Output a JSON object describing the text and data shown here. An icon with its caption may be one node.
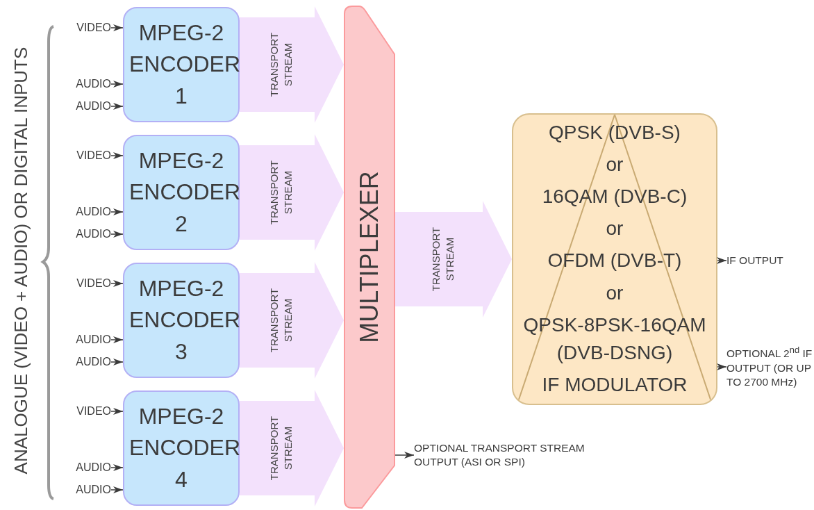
{
  "diagram": {
    "nodes": [
      {
        "text": [
          "VIDEO"
        ]
      },
      {
        "text": [
          "AUDIO"
        ]
      },
      {
        "text": [
          "AUDIO"
        ]
      },
      {
        "text": [
          "MPEG-2 ENCODER 1"
        ]
      },
      {
        "text": [
          "VIDEO"
        ]
      },
      {
        "text": [
          "AUDIO"
        ]
      },
      {
        "text": [
          "AUDIO"
        ]
      },
      {
        "text": [
          "MPEG-2 ENCODER 2"
        ]
      },
      {
        "text": [
          "VIDEO"
        ]
      },
      {
        "text": [
          "AUDIO"
        ]
      },
      {
        "text": [
          "AUDIO"
        ]
      },
      {
        "text": [
          "MPEG-2 ENCODER 3"
        ]
      },
      {
        "text": [
          "VIDEO"
        ]
      },
      {
        "text": [
          "AUDIO"
        ]
      },
      {
        "text": [
          "AUDIO"
        ]
      },
      {
        "text": [
          "MPEG-2 ENCODER 4"
        ]
      },
      {
        "text": [
          "MULTIPLEXER"
        ]
      },
      {
        "text": [
          "QPSK (DVB-S)",
          "or",
          "16QAM (DVB-C)",
          "or",
          "OFDM (DVB-T)",
          "or",
          "QPSK-8PSK-16QAM (DVB-DSNG)",
          "IF MODULATOR"
        ]
      },
      {
        "text": [
          "IF OUTPUT"
        ]
      },
      {
        "text": [
          "OPTIONAL 2$^{nd}$ IF OUTPUT (OR UP TO 2700 MHz)"
        ]
      },
      {
        "text": [
          "OPTIONAL TRANSPORT STREAM OUTPUT (ASI OR SPI)"
        ]
      }
    ],
    "edges": [
      {
        "from": 0,
        "to": 3,
        "arrow": "to"
      },
      {
        "from": 1,
        "to": 3,
        "arrow": "to"
      },
      {
        "from": 2,
        "to": 3,
        "arrow": "to"
      },
      {
        "from": 3,
        "to": 16,
        "arrow": "to",
        "label": "TRANSPORT STREAM",
        "style": "thick",
        "color": "#f3e1fc"
      },
      {
        "from": 4,
        "to": 7,
        "arrow": "to"
      },
      {
        "from": 5,
        "to": 7,
        "arrow": "to"
      },
      {
        "from": 6,
        "to": 7,
        "arrow": "to"
      },
      {
        "from": 7,
        "to": 16,
        "arrow": "to",
        "label": "TRANSPORT STREAM",
        "style": "thick",
        "color": "#f3e1fc"
      },
      {
        "from": 8,
        "to": 11,
        "arrow": "to"
      },
      {
        "from": 9,
        "to": 11,
        "arrow": "to"
      },
      {
        "from": 10,
        "to": 11,
        "arrow": "to"
      },
      {
        "from": 11,
        "to": 16,
        "arrow": "to",
        "label": "TRANSPORT STREAM",
        "style": "thick",
        "color": "#f3e1fc"
      },
      {
        "from": 12,
        "to": 15,
        "arrow": "to"
      },
      {
        "from": 13,
        "to": 15,
        "arrow": "to"
      },
      {
        "from": 14,
        "to": 15,
        "arrow": "to"
      },
      {
        "from": 15,
        "to": 16,
        "arrow": "to",
        "label": "TRANSPORT STREAM",
        "style": "thick",
        "color": "#f3e1fc"
      },
      {
        "from": 16,
        "to": 17,
        "arrow": "to",
        "label": "TRANSPORT STREAM",
        "style": "thick",
        "color": "#f3e1fc"
      },
      {
        "from": 17,
        "to": 18,
        "arrow": "to"
      },
      {
        "from": 17,
        "to": 19,
        "arrow": "to"
      },
      {
        "from": 16,
        "to": 20,
        "arrow": "to"
      }
    ],
    "labels": [
      "ANALOGUE (VIDEO + AUDIO) OR DIGITAL INPUTS"
    ]
  }
}
